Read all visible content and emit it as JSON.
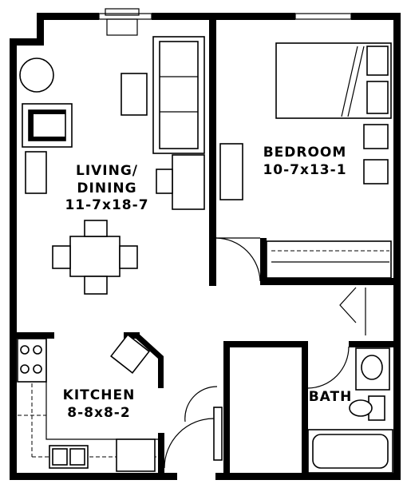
{
  "rooms": {
    "living": {
      "name_line1": "LIVING/",
      "name_line2": "DINING",
      "size": "11-7x18-7"
    },
    "bedroom": {
      "name": "BEDROOM",
      "size": "10-7x13-1"
    },
    "kitchen": {
      "name": "KITCHEN",
      "size": "8-8x8-2"
    },
    "bath": {
      "name": "BATH"
    }
  },
  "colors": {
    "ink": "#000000",
    "paper": "#ffffff"
  }
}
